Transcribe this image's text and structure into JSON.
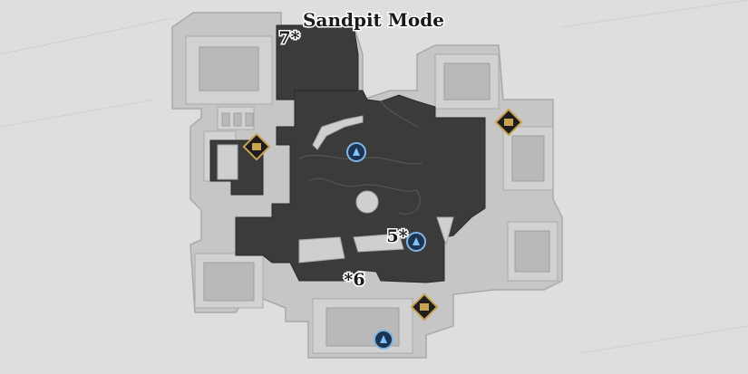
{
  "map": {
    "title": "Sandpit Mode",
    "colors": {
      "background": "#dedede",
      "outer_area": "#bfbfbf",
      "room": "#cfcfcf",
      "room_inner": "#b5b5b5",
      "dark_zone": "#3a3a3a",
      "accent_gold": "#c8a452",
      "teleport_blue": "#3d8fd6"
    },
    "markers": [
      {
        "id": "marker-7",
        "label": "7*",
        "icon": "none"
      },
      {
        "id": "marker-5",
        "label": "5*",
        "icon": "none"
      },
      {
        "id": "marker-6",
        "label": "*6",
        "icon": "none"
      }
    ],
    "icons": [
      {
        "kind": "chest-icon",
        "count": 3
      },
      {
        "kind": "teleport-icon",
        "count": 3
      }
    ]
  }
}
